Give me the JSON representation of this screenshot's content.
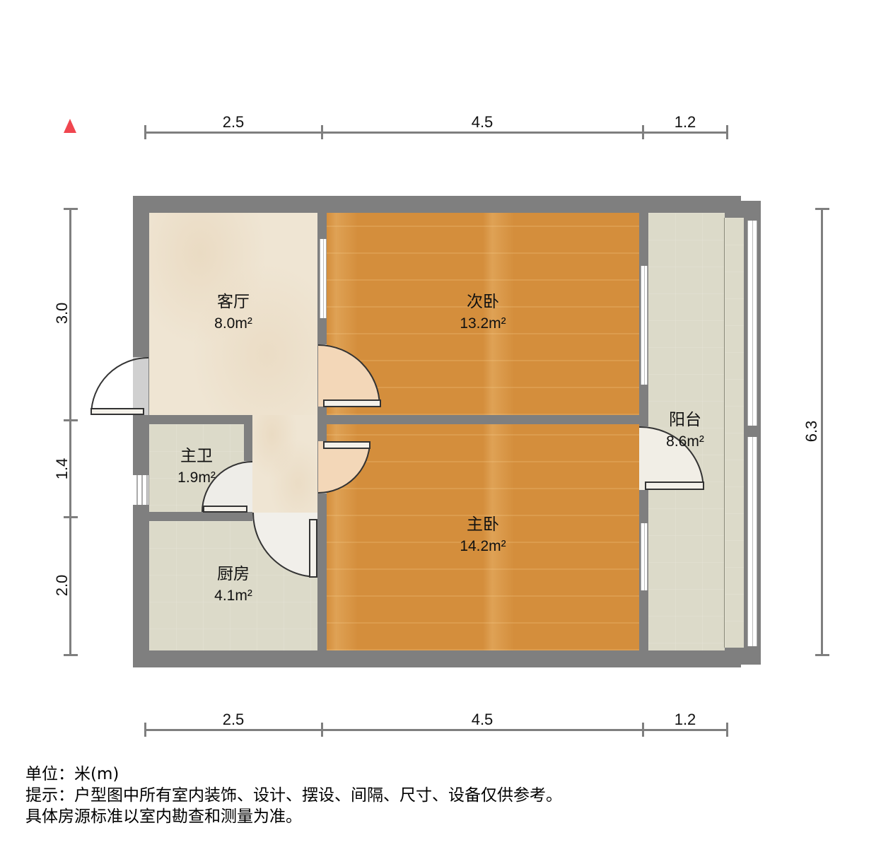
{
  "title": "户型图",
  "north_indicator": "north-arrow",
  "unit": "米(m)",
  "dimensions": {
    "top": [
      "2.5",
      "4.5",
      "1.2"
    ],
    "bottom": [
      "2.5",
      "4.5",
      "1.2"
    ],
    "left": [
      "3.0",
      "1.4",
      "2.0"
    ],
    "right": [
      "6.3"
    ]
  },
  "rooms": [
    {
      "name": "客厅",
      "area": "8.0m²",
      "floor": "marble"
    },
    {
      "name": "次卧",
      "area": "13.2m²",
      "floor": "wood"
    },
    {
      "name": "主卧",
      "area": "14.2m²",
      "floor": "wood"
    },
    {
      "name": "阳台",
      "area": "8.6m²",
      "floor": "tile"
    },
    {
      "name": "主卫",
      "area": "1.9m²",
      "floor": "tile"
    },
    {
      "name": "厨房",
      "area": "4.1m²",
      "floor": "tile"
    }
  ],
  "notes": {
    "line1": "单位：米(m)",
    "line2": "提示：户型图中所有室内装饰、设计、摆设、间隔、尺寸、设备仅供参考。",
    "line3": "具体房源标准以室内勘查和测量为准。"
  },
  "colors": {
    "wall": "#7f7f7f",
    "wood_floor": "#d48e3c",
    "marble_floor": "#efe5d3",
    "tile_floor": "#dcdac9",
    "north_arrow": "#f0464f",
    "dimension_line": "#7f7f7f"
  }
}
